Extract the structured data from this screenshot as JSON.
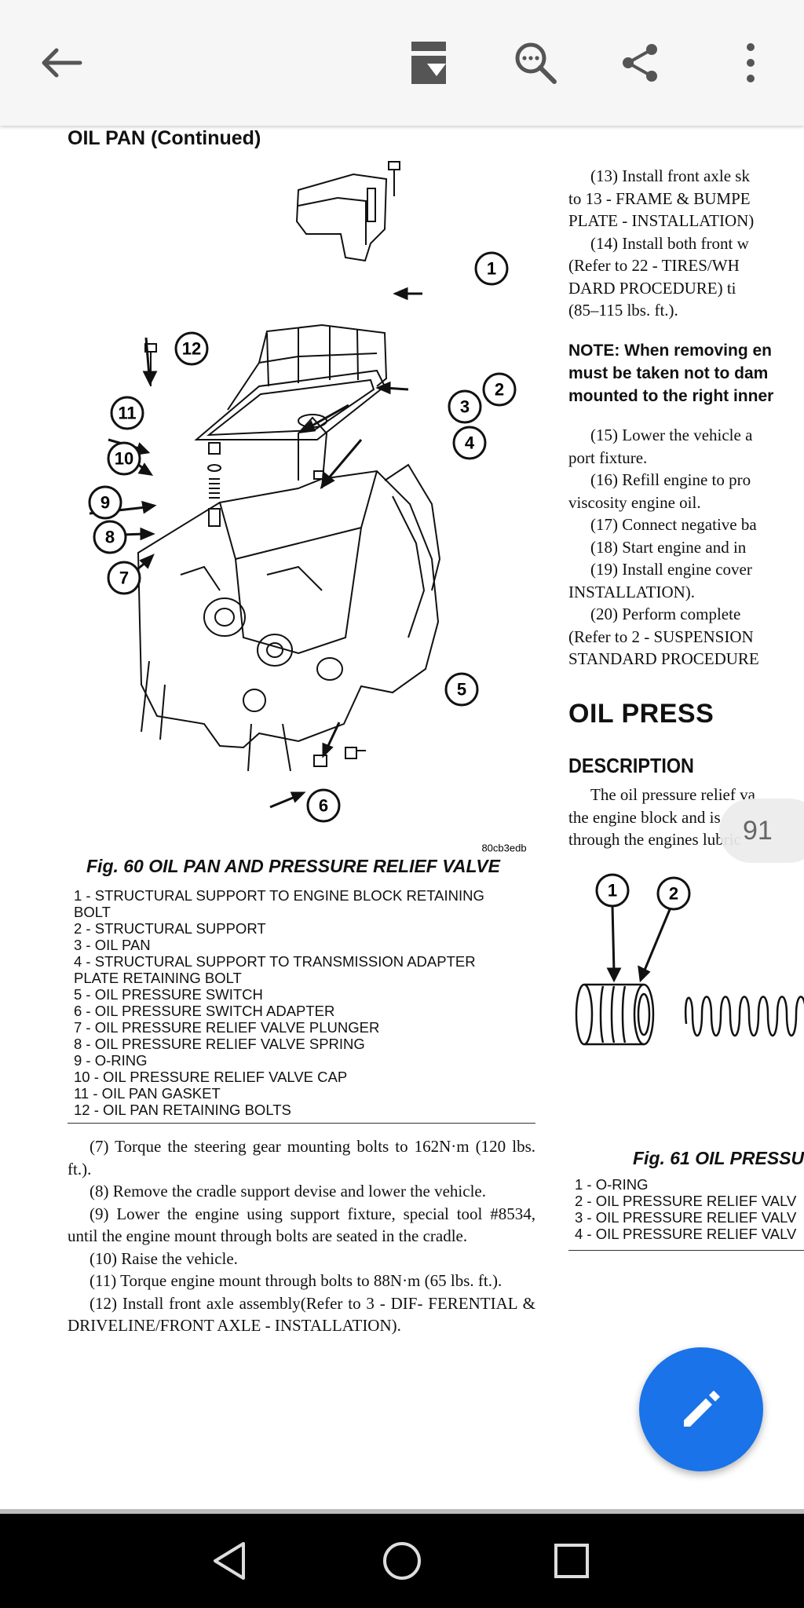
{
  "toolbar": {
    "back_icon": "arrow-left-icon",
    "reading_mode_icon": "reading-mode-icon",
    "search_icon": "search-icon",
    "share_icon": "share-icon",
    "more_icon": "more-vert-icon"
  },
  "page": {
    "section_heading": "OIL PAN (Continued)",
    "figure60": {
      "callouts": [
        "1",
        "2",
        "3",
        "4",
        "5",
        "6",
        "7",
        "8",
        "9",
        "10",
        "11",
        "12"
      ],
      "image_code": "80cb3edb",
      "caption": "Fig. 60 OIL PAN AND PRESSURE RELIEF VALVE",
      "legend": [
        "1 - STRUCTURAL SUPPORT TO ENGINE BLOCK RETAINING",
        "BOLT",
        "2 - STRUCTURAL SUPPORT",
        "3 - OIL PAN",
        "4 - STRUCTURAL SUPPORT TO TRANSMISSION ADAPTER",
        "PLATE RETAINING BOLT",
        "5 - OIL PRESSURE SWITCH",
        "6 - OIL PRESSURE SWITCH ADAPTER",
        "7 - OIL PRESSURE RELIEF VALVE PLUNGER",
        "8 - OIL PRESSURE RELIEF VALVE SPRING",
        "9 - O-RING",
        "10 - OIL PRESSURE RELIEF VALVE CAP",
        "11 - OIL PAN GASKET",
        "12 - OIL PAN RETAINING BOLTS"
      ]
    },
    "left_steps": [
      "(7) Torque the steering gear mounting bolts to 162N·m (120 lbs. ft.).",
      "(8) Remove the cradle support devise and lower the vehicle.",
      "(9) Lower the engine using support fixture, special tool #8534, until the engine mount through bolts are seated in the cradle.",
      "(10) Raise the vehicle.",
      "(11) Torque engine mount through bolts to 88N·m (65 lbs. ft.).",
      "(12) Install front axle assembly(Refer to 3 - DIF- FERENTIAL & DRIVELINE/FRONT AXLE - INSTALLATION)."
    ],
    "right_top_lines": [
      "(13) Install front axle sk",
      "to 13 - FRAME & BUMPE",
      "PLATE - INSTALLATION)",
      "(14) Install both front w",
      "(Refer to 22 - TIRES/WH",
      "DARD PROCEDURE) ti",
      "(85–115 lbs. ft.)."
    ],
    "note_lines": [
      "NOTE: When removing en",
      "must be taken not to dam",
      "mounted to the right inner"
    ],
    "right_mid_lines": [
      "(15) Lower the vehicle a",
      "port fixture.",
      "(16) Refill engine to pro",
      "viscosity engine oil.",
      "(17) Connect negative ba",
      "(18) Start engine and in",
      "(19) Install engine cover",
      "INSTALLATION).",
      "(20) Perform complete",
      "(Refer to 2 - SUSPENSION",
      "STANDARD PROCEDURE"
    ],
    "oil_pressure_heading": "OIL PRESS",
    "description_heading": "DESCRIPTION",
    "description_lines": [
      "The oil pressure relief va",
      "the engine block and is",
      "through the engines lubric"
    ],
    "figure61": {
      "callouts": [
        "1",
        "2"
      ],
      "caption": "Fig. 61 OIL PRESSU",
      "legend": [
        "1 - O-RING",
        "2 - OIL PRESSURE RELIEF VALV",
        "3 - OIL PRESSURE RELIEF VALV",
        "4 - OIL PRESSURE RELIEF VALV"
      ]
    },
    "page_number": "91"
  },
  "fab": {
    "icon": "pencil-edit-icon"
  },
  "navbar": {
    "back_icon": "nav-back-triangle-icon",
    "home_icon": "nav-home-circle-icon",
    "recents_icon": "nav-recents-square-icon"
  }
}
